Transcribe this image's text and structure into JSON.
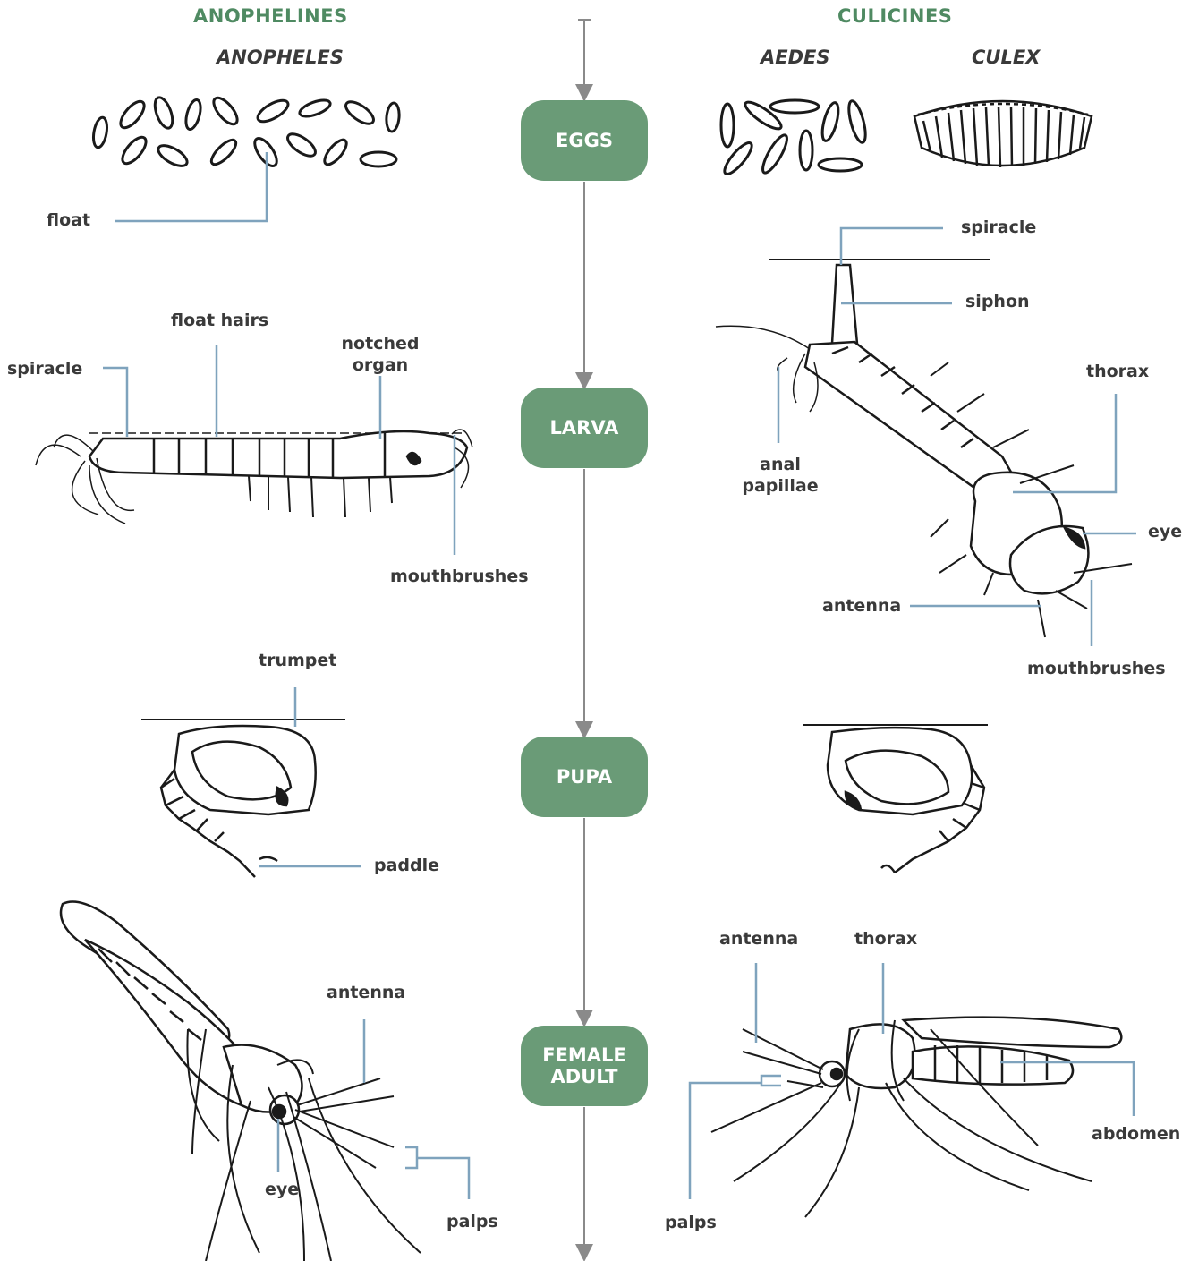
{
  "groups": {
    "left": "ANOPHELINES",
    "right": "CULICINES"
  },
  "genera": {
    "anopheles": "ANOPHELES",
    "aedes": "AEDES",
    "culex": "CULEX"
  },
  "stages": {
    "eggs": "EGGS",
    "larva": "LARVA",
    "pupa": "PUPA",
    "adult_line1": "FEMALE",
    "adult_line2": "ADULT"
  },
  "labels": {
    "anopheles": {
      "float": "float",
      "float_hairs": "float hairs",
      "spiracle": "spiracle",
      "notched_organ_line1": "notched",
      "notched_organ_line2": "organ",
      "mouthbrushes": "mouthbrushes",
      "trumpet": "trumpet",
      "paddle": "paddle",
      "antenna": "antenna",
      "eye": "eye",
      "palps": "palps"
    },
    "culicine": {
      "spiracle": "spiracle",
      "siphon": "siphon",
      "thorax_larva": "thorax",
      "anal_papillae_line1": "anal",
      "anal_papillae_line2": "papillae",
      "eye": "eye",
      "antenna_larva": "antenna",
      "mouthbrushes": "mouthbrushes",
      "antenna_adult": "antenna",
      "thorax_adult": "thorax",
      "abdomen": "abdomen",
      "palps": "palps"
    }
  },
  "colors": {
    "stage_fill": "#6a9b77",
    "group_title": "#4f8a62",
    "leader_line": "#7fa3bd",
    "arrow": "#8a8a8a",
    "drawing": "#1a1a1a"
  }
}
